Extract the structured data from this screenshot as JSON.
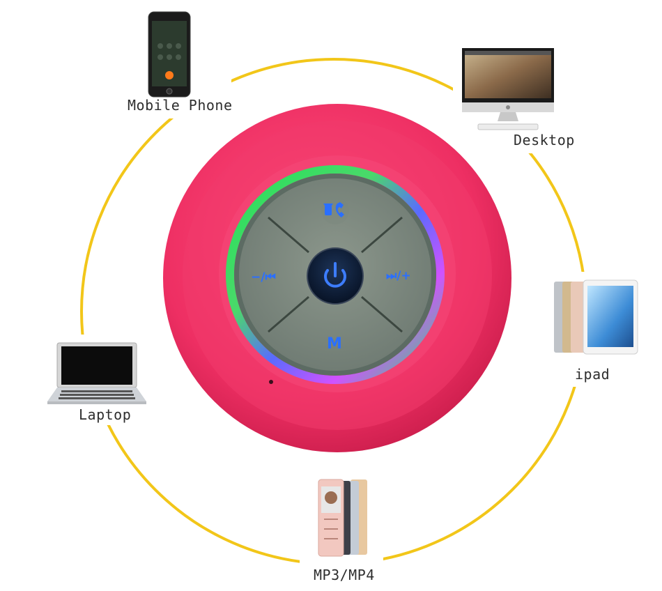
{
  "devices": {
    "mobile_phone": "Mobile Phone",
    "desktop": "Desktop",
    "ipad": "ipad",
    "laptop": "Laptop",
    "mp3_mp4": "MP3/MP4"
  },
  "speaker": {
    "controls": {
      "prev": "−/⏮",
      "next": "⏭/+",
      "mode": "M"
    }
  },
  "colors": {
    "ring_line": "#f2c619",
    "speaker_body": "#ee2f63",
    "control_plate": "#7d8a80",
    "glyph_blue": "#2a6fff"
  }
}
